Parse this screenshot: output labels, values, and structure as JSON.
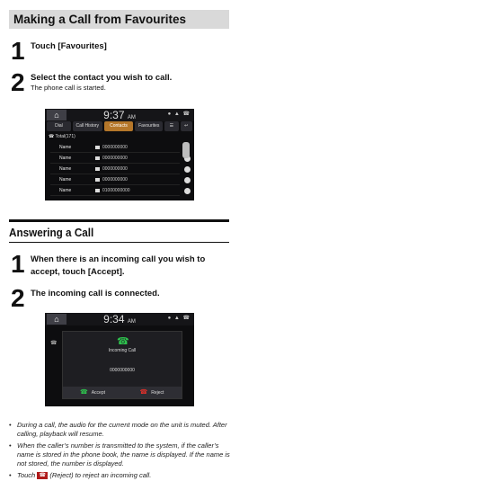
{
  "section1": {
    "heading": "Making a Call from Favourites",
    "steps": [
      {
        "num": "1",
        "title": "Touch [Favourites]"
      },
      {
        "num": "2",
        "title": "Select the contact you wish to call.",
        "sub": "The phone call is started."
      }
    ],
    "screen": {
      "time": "9:37",
      "ampm": "AM",
      "tabs": [
        "Dial",
        "Call History",
        "Contacts",
        "Favourites"
      ],
      "active_tab": "Contacts",
      "total": "Total(171)",
      "rows": [
        {
          "name": "Name",
          "number": "0000000000"
        },
        {
          "name": "Name",
          "number": "0000000000"
        },
        {
          "name": "Name",
          "number": "0000000000"
        },
        {
          "name": "Name",
          "number": "0000000000"
        },
        {
          "name": "Name",
          "number": "01000000000"
        }
      ]
    }
  },
  "section2": {
    "heading": "Answering a Call",
    "steps": [
      {
        "num": "1",
        "title": "When there is an incoming call you wish to accept, touch [Accept]."
      },
      {
        "num": "2",
        "title": "The incoming call is connected."
      }
    ],
    "screen": {
      "time": "9:34",
      "ampm": "AM",
      "dialog_label": "Incoming Call",
      "dialog_number": "0000000000",
      "accept_label": "Accept",
      "reject_label": "Reject"
    }
  },
  "notes": [
    "During a call, the audio for the current mode on the unit is muted. After calling, playback will resume.",
    "When the caller’s number is transmitted to the system, if the caller’s name is stored in the phone book, the name is displayed. If the name is not stored, the number is displayed."
  ],
  "note3": {
    "before": "Touch",
    "after": "(Reject) to reject an incoming call."
  }
}
